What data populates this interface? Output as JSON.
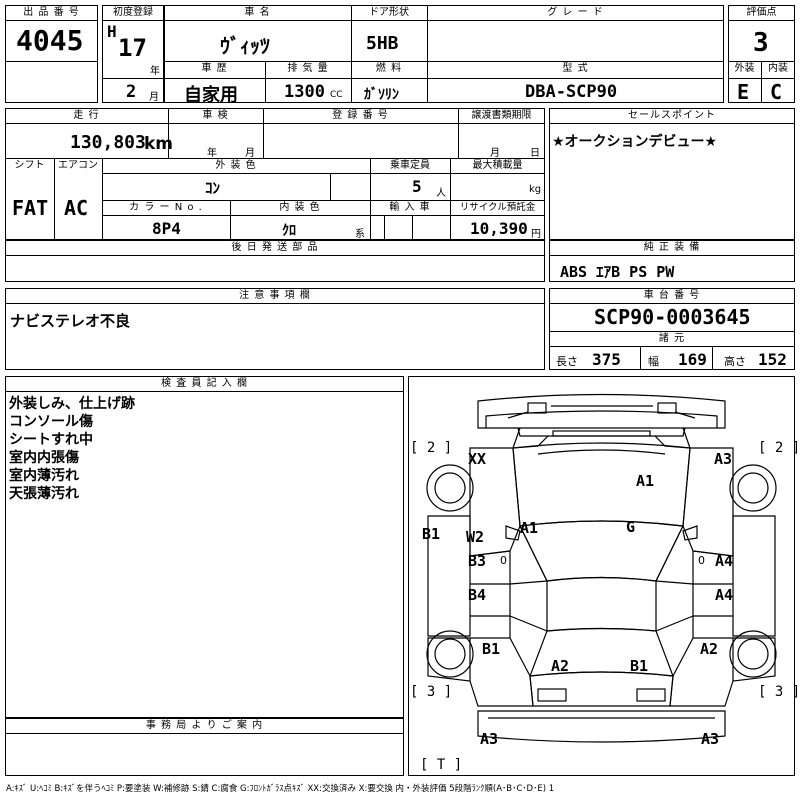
{
  "labels": {
    "lot_number": "出 品 番 号",
    "first_registration": "初度登録",
    "car_name": "車 名",
    "door_type": "ドア形状",
    "grade": "グ レ ー ド",
    "score": "評価点",
    "usage": "車 歴",
    "displacement": "排 気 量",
    "fuel": "燃 料",
    "model_code": "型 式",
    "exterior": "外装",
    "interior": "内装",
    "mileage": "走 行",
    "inspection": "車 検",
    "registration_number": "登 録 番 号",
    "transfer_deadline": "譲渡書類期限",
    "sales_point": "セールスポイント",
    "shift": "シフト",
    "aircon": "エアコン",
    "exterior_color": "外 装 色",
    "capacity": "乗車定員",
    "max_load": "最大積載量",
    "color_no": "カ ラ ー N o .",
    "interior_color": "内 装 色",
    "import": "輸 入 車",
    "recycle_fee": "リサイクル預託金",
    "later_parts": "後 日 発 送 部 品",
    "genuine_equipment": "純 正 装 備",
    "notes": "注 意 事 項 欄",
    "chassis_number": "車 台 番 号",
    "dimensions": "諸 元",
    "inspector_notes": "検 査 員 記 入 欄",
    "office_info": "事 務 局 よ り ご 案 内"
  },
  "units": {
    "year": "年",
    "month": "月",
    "cc": "CC",
    "km": "km",
    "persons": "人",
    "kg": "kg",
    "system": "系",
    "yen": "円",
    "inspection_year": "年",
    "inspection_month": "月",
    "transfer_month": "月",
    "transfer_day": "日",
    "length": "長さ",
    "width": "幅",
    "height": "高さ"
  },
  "vehicle": {
    "lot_number": "4045",
    "era": "H",
    "year": "17",
    "month": "2",
    "car_name": "ｳﾞｨｯﾂ",
    "door_type": "5HB",
    "usage": "自家用",
    "displacement": "1300",
    "fuel": "ｶﾞｿﾘﾝ",
    "model_code": "DBA-SCP90",
    "score": "3",
    "exterior_grade": "E",
    "interior_grade": "C",
    "mileage": "130,803",
    "exterior_color": "ｺﾝ",
    "capacity": "5",
    "shift": "FAT",
    "aircon": "AC",
    "color_no": "8P4",
    "interior_color": "ｸﾛ",
    "recycle_fee": "10,390",
    "sales_point": "★オークションデビュー★",
    "genuine_equipment": "ABS ｴｱB PS PW",
    "notes": "ナビステレオ不良",
    "chassis_number": "SCP90-0003645",
    "length": "375",
    "width": "169",
    "height": "152"
  },
  "inspector_notes": [
    "外装しみ、仕上げ跡",
    "コンソール傷",
    "シートすれ中",
    "室内内張傷",
    "室内薄汚れ",
    "天張薄汚れ"
  ],
  "diagram": {
    "tire_front_left": "[ 2 ]",
    "tire_front_right": "[ 2 ]",
    "tire_rear_left": "[ 3 ]",
    "tire_rear_right": "[ 3 ]",
    "spare": "[ T ]",
    "marks": {
      "front_left_corner": "XX",
      "front_right_corner": "A3",
      "hood": "A1",
      "windshield_left": "A1",
      "windshield": "G",
      "left_front_fender": "B1",
      "left_front_door_a": "W2",
      "left_front_door_b": "B3",
      "right_front_door": "A4",
      "left_rear_door": "B4",
      "right_rear_door": "A4",
      "left_rear_fender": "B1",
      "right_rear_fender": "A2",
      "rear_gate_left": "A2",
      "rear_gate_right": "B1",
      "rear_bumper_left": "A3",
      "rear_bumper_right": "A3",
      "left_mark_small": "0",
      "right_mark_small": "0"
    }
  },
  "legend": "A:ｷｽﾞ U:ﾍｺﾐ B:ｷｽﾞを伴うﾍｺﾐ P:要塗装 W:補修跡 S:錆 C:腐食 G:ﾌﾛﾝﾄｶﾞﾗｽ点ｷｽﾞ XX:交換済み X:要交換 内・外装評価 5段階ﾗﾝｸ順(A･B･C･D･E) 1"
}
